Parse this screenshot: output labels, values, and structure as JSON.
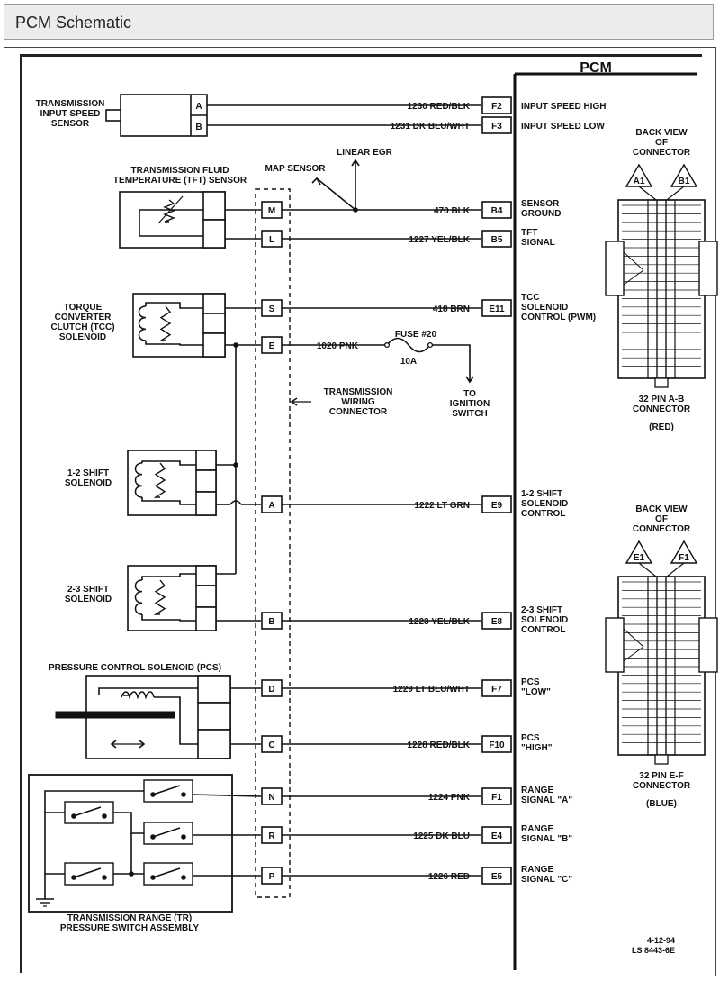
{
  "window": {
    "title": "PCM Schematic"
  },
  "pcm_label": "PCM",
  "inputs": {
    "tis": [
      "TRANSMISSION",
      "INPUT SPEED",
      "SENSOR"
    ],
    "tft": [
      "TRANSMISSION FLUID",
      "TEMPERATURE (TFT) SENSOR"
    ],
    "tcc": [
      "TORQUE",
      "CONVERTER",
      "CLUTCH (TCC)",
      "SOLENOID"
    ],
    "s12": [
      "1-2 SHIFT",
      "SOLENOID"
    ],
    "s23": [
      "2-3 SHIFT",
      "SOLENOID"
    ],
    "pcs": "PRESSURE CONTROL SOLENOID (PCS)",
    "tr": [
      "TRANSMISSION RANGE (TR)",
      "PRESSURE SWITCH ASSEMBLY"
    ]
  },
  "misc": {
    "map_sensor": "MAP SENSOR",
    "linear_egr": "LINEAR EGR",
    "fuse": "FUSE #20",
    "fuse_amp": "10A",
    "ignition": [
      "TO",
      "IGNITION",
      "SWITCH"
    ],
    "twc": [
      "TRANSMISSION",
      "WIRING",
      "CONNECTOR"
    ],
    "drawing_no": [
      "4-12-94",
      "LS 8443-6E"
    ]
  },
  "pins": [
    {
      "letter": "A",
      "wire": "1230 RED/BLK",
      "pcm_pin": "F2",
      "label": [
        "INPUT SPEED HIGH"
      ]
    },
    {
      "letter": "B",
      "wire": "1231 DK BLU/WHT",
      "pcm_pin": "F3",
      "label": [
        "INPUT SPEED LOW"
      ]
    },
    {
      "letter": "M",
      "wire": "470 BLK",
      "pcm_pin": "B4",
      "label": [
        "SENSOR",
        "GROUND"
      ]
    },
    {
      "letter": "L",
      "wire": "1227 YEL/BLK",
      "pcm_pin": "B5",
      "label": [
        "TFT",
        "SIGNAL"
      ]
    },
    {
      "letter": "S",
      "wire": "418 BRN",
      "pcm_pin": "E11",
      "label": [
        "TCC",
        "SOLENOID",
        "CONTROL (PWM)"
      ]
    },
    {
      "letter": "E",
      "wire": "1020 PNK"
    },
    {
      "letter": "A",
      "wire": "1222 LT GRN",
      "pcm_pin": "E9",
      "label": [
        "1-2 SHIFT",
        "SOLENOID",
        "CONTROL"
      ]
    },
    {
      "letter": "B",
      "wire": "1223 YEL/BLK",
      "pcm_pin": "E8",
      "label": [
        "2-3 SHIFT",
        "SOLENOID",
        "CONTROL"
      ]
    },
    {
      "letter": "D",
      "wire": "1229 LT BLU/WHT",
      "pcm_pin": "F7",
      "label": [
        "PCS",
        "\"LOW\""
      ]
    },
    {
      "letter": "C",
      "wire": "1228 RED/BLK",
      "pcm_pin": "F10",
      "label": [
        "PCS",
        "\"HIGH\""
      ]
    },
    {
      "letter": "N",
      "wire": "1224 PNK",
      "pcm_pin": "F1",
      "label": [
        "RANGE",
        "SIGNAL \"A\""
      ]
    },
    {
      "letter": "R",
      "wire": "1225 DK BLU",
      "pcm_pin": "E4",
      "label": [
        "RANGE",
        "SIGNAL \"B\""
      ]
    },
    {
      "letter": "P",
      "wire": "1226 RED",
      "pcm_pin": "E5",
      "label": [
        "RANGE",
        "SIGNAL \"C\""
      ]
    }
  ],
  "connectors": [
    {
      "back_view": [
        "BACK VIEW",
        "OF",
        "CONNECTOR"
      ],
      "pins": [
        "A1",
        "B1"
      ],
      "desc": [
        "32 PIN A-B",
        "CONNECTOR"
      ],
      "color": "(RED)"
    },
    {
      "back_view": [
        "BACK VIEW",
        "OF",
        "CONNECTOR"
      ],
      "pins": [
        "E1",
        "F1"
      ],
      "desc": [
        "32 PIN E-F",
        "CONNECTOR"
      ],
      "color": "(BLUE)"
    }
  ]
}
